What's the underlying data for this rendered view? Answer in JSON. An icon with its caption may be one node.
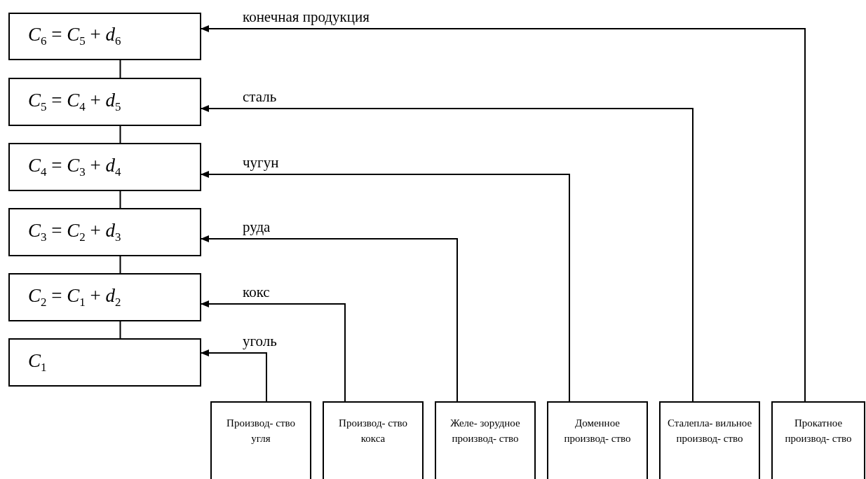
{
  "diagram": {
    "nodes": [
      {
        "text": [
          "*C*$_{6}$ = *C*$_{5}$ + *d*$_{6}$"
        ]
      },
      {
        "text": [
          "*C*$_{5}$ = *C*$_{4}$ + *d*$_{5}$"
        ]
      },
      {
        "text": [
          "*C*$_{4}$ = *C*$_{3}$ + *d*$_{4}$"
        ]
      },
      {
        "text": [
          "*C*$_{3}$ = *C*$_{2}$ + *d*$_{3}$"
        ]
      },
      {
        "text": [
          "*C*$_{2}$ = *C*$_{1}$ + *d*$_{2}$"
        ]
      },
      {
        "text": [
          "*C*$_{1}$"
        ]
      },
      {
        "text": [
          "Производ- ство угля"
        ]
      },
      {
        "text": [
          "Производ- ство кокса"
        ]
      },
      {
        "text": [
          "Желе- зорудное производ- ство"
        ]
      },
      {
        "text": [
          "Доменное производ- ство"
        ]
      },
      {
        "text": [
          "Сталепла- вильное производ- ство"
        ]
      },
      {
        "text": [
          "Прокатное производ- ство"
        ]
      }
    ],
    "edges": [
      {
        "from": 0,
        "to": 1,
        "arrow": "none"
      },
      {
        "from": 1,
        "to": 2,
        "arrow": "none"
      },
      {
        "from": 2,
        "to": 3,
        "arrow": "none"
      },
      {
        "from": 3,
        "to": 4,
        "arrow": "none"
      },
      {
        "from": 4,
        "to": 5,
        "arrow": "none"
      },
      {
        "from": 6,
        "to": 5,
        "arrow": "to",
        "label": "уголь"
      },
      {
        "from": 7,
        "to": 4,
        "arrow": "to",
        "label": "кокс"
      },
      {
        "from": 8,
        "to": 3,
        "arrow": "to",
        "label": "руда"
      },
      {
        "from": 9,
        "to": 2,
        "arrow": "to",
        "label": "чугун"
      },
      {
        "from": 10,
        "to": 1,
        "arrow": "to",
        "label": "сталь"
      },
      {
        "from": 11,
        "to": 0,
        "arrow": "to",
        "label": "конечная продукция"
      }
    ]
  }
}
